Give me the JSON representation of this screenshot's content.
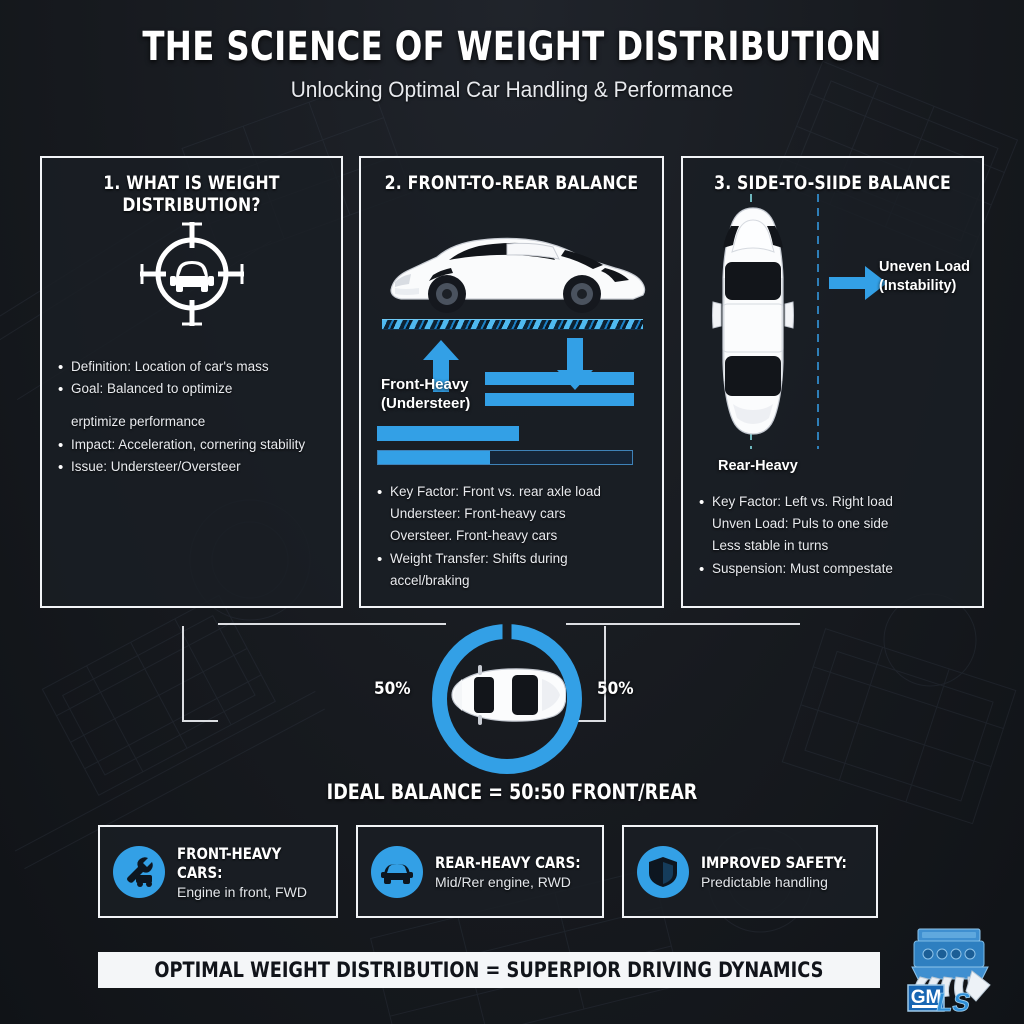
{
  "header": {
    "title": "THE SCIENCE OF WEIGHT DISTRIBUTION",
    "subtitle": "Unlocking Optimal Car Handling & Performance"
  },
  "panels": [
    {
      "heading": "1. WHAT IS WEIGHT DISTRIBUTION?",
      "icon": "crosshair-target-car-icon",
      "bullets": [
        {
          "dot": true,
          "text": "Definition: Location of car's mass"
        },
        {
          "dot": true,
          "text": "Goal: Balanced to optimize"
        },
        {
          "dot": false,
          "text": "erptimize performance"
        },
        {
          "dot": true,
          "text": "Impact: Acceleration, cornering stability"
        },
        {
          "dot": true,
          "text": "Issue: Understeer/Oversteer"
        }
      ]
    },
    {
      "heading": "2. FRONT-TO-REAR BALANCE",
      "icon": "sports-car-side-view",
      "arrow_up_label": "Front-Heavy\n(Understeer)",
      "label_line1": "Front-Heavy",
      "label_line2": "(Understeer)",
      "bullets": [
        {
          "dot": true,
          "text": "Key Factor: Front vs. rear axle load"
        },
        {
          "dot": false,
          "text": "Understeer: Front-heavy cars"
        },
        {
          "dot": false,
          "text": "Oversteer. Front-heavy cars"
        },
        {
          "dot": true,
          "text": "Weight Transfer: Shifts during"
        },
        {
          "dot": false,
          "text": "accel/braking"
        }
      ]
    },
    {
      "heading": "3. SIDE-TO-SIIDE BALANCE",
      "icon": "car-top-view",
      "uneven_line1": "Uneven Load",
      "uneven_line2": "(Instability)",
      "rear_heavy_label": "Rear-Heavy",
      "bullets": [
        {
          "dot": true,
          "text": "Key Factor:  Left vs. Right load"
        },
        {
          "dot": false,
          "text": "Unven Load: Puls to one side"
        },
        {
          "dot": false,
          "text": "Less stable in turns"
        },
        {
          "dot": true,
          "text": "Suspension: Must compestate"
        }
      ]
    }
  ],
  "balance": {
    "left_percent": "50%",
    "right_percent": "50%",
    "caption": "IDEAL BALANCE = 50:50 FRONT/REAR",
    "ring_color": "#33A0E6"
  },
  "cards": [
    {
      "icon": "engine-wrench-icon",
      "title": "FRONT-HEAVY CARS:",
      "subtitle": "Engine in front, FWD"
    },
    {
      "icon": "car-front-icon",
      "title": "REAR-HEAVY CARS:",
      "subtitle": "Mid/Rer engine, RWD"
    },
    {
      "icon": "shield-icon",
      "title": "IMPROVED SAFETY:",
      "subtitle": "Predictable handling"
    }
  ],
  "banner": {
    "text": "OPTIMAL WEIGHT DISTRIBUTION = SUPERPIOR DRIVING DYNAMICS"
  },
  "logo": {
    "brand": "GM",
    "sub": "LS",
    "icon": "gm-ls-engine-logo"
  },
  "colors": {
    "background": "#171A1F",
    "accent_blue": "#33A0E6",
    "panel_border": "#F2F4F7",
    "text": "#FFFFFF"
  }
}
